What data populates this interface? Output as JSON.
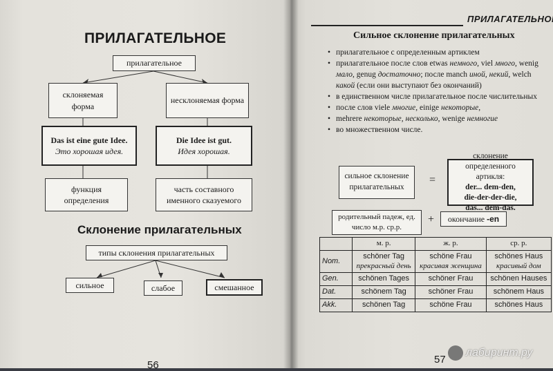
{
  "left": {
    "title": "ПРИЛАГАТЕЛЬНОЕ",
    "root_box": "прилагательное",
    "decl_box": "склоняемая форма",
    "nondecl_box": "несклоняемая форма",
    "example1_de": "Das ist eine gute Idee.",
    "example1_ru": "Это хорошая идея.",
    "example2_de": "Die Idee ist gut.",
    "example2_ru": "Идея хорошая.",
    "func1": "функция определения",
    "func2": "часть составного именного сказуемого",
    "subtitle": "Склонение прилагательных",
    "types_box": "типы склонения прилагательных",
    "type_strong": "сильное",
    "type_weak": "слабое",
    "type_mixed": "смешанное",
    "page_number": "56"
  },
  "right": {
    "header": "ПРИЛАГАТЕЛЬНОЕ",
    "title": "Сильное склонение прилагательных",
    "bullets": [
      {
        "parts": [
          [
            "прилагательное с определенным артиклем",
            ""
          ]
        ]
      },
      {
        "parts": [
          [
            "прилагательное после слов etwas ",
            ""
          ],
          [
            "немного",
            "i"
          ],
          [
            ", viel ",
            ""
          ],
          [
            "много",
            "i"
          ],
          [
            ", wenig ",
            ""
          ],
          [
            "мало",
            "i"
          ],
          [
            ", genug ",
            ""
          ],
          [
            "достаточно",
            "i"
          ],
          [
            "; после manch ",
            ""
          ],
          [
            "иной, некий",
            "i"
          ],
          [
            ", welch ",
            ""
          ],
          [
            "какой",
            "i"
          ],
          [
            " (если они выступают без окончаний)",
            ""
          ]
        ]
      },
      {
        "parts": [
          [
            "в единственном числе прилагательное после числительных",
            ""
          ]
        ]
      },
      {
        "parts": [
          [
            "после слов viele ",
            ""
          ],
          [
            "многие",
            "i"
          ],
          [
            ", einige ",
            ""
          ],
          [
            "некоторые",
            "i"
          ],
          [
            ",",
            ""
          ]
        ]
      },
      {
        "parts": [
          [
            "mehrere ",
            ""
          ],
          [
            "некоторые, несколько",
            "i"
          ],
          [
            ", wenige ",
            ""
          ],
          [
            "немногие",
            "i"
          ]
        ]
      },
      {
        "parts": [
          [
            "во множественном числе.",
            ""
          ]
        ]
      }
    ],
    "strong_box": "сильное склонение прилагательных",
    "equals": "=",
    "article_box_title": "склонение определенного артикля:",
    "article_line1": "der... dem-den,",
    "article_line2": "die-der-der-die,",
    "article_line3": "das... dem-das.",
    "genitive_box": "родительный падеж, ед. число м.р. ср.р.",
    "plus": "+",
    "ending_prefix": "окончание ",
    "ending": "-en",
    "table": {
      "headers": [
        "",
        "м. р.",
        "ж. р.",
        "ср. р."
      ],
      "rows": [
        {
          "case": "Nom.",
          "m": "schöner Tag",
          "m_ru": "прекрасный день",
          "f": "schöne Frau",
          "f_ru": "красивая женщина",
          "n": "schönes Haus",
          "n_ru": "красивый дом"
        },
        {
          "case": "Gen.",
          "m": "schönen Tages",
          "m_ru": "",
          "f": "schöner Frau",
          "f_ru": "",
          "n": "schönen Hauses",
          "n_ru": ""
        },
        {
          "case": "Dat.",
          "m": "schönem Tag",
          "m_ru": "",
          "f": "schöner Frau",
          "f_ru": "",
          "n": "schönem Haus",
          "n_ru": ""
        },
        {
          "case": "Akk.",
          "m": "schönen Tag",
          "m_ru": "",
          "f": "schöne Frau",
          "f_ru": "",
          "n": "schönes Haus",
          "n_ru": ""
        }
      ]
    },
    "page_number": "57",
    "watermark": "лабиринт.ру"
  }
}
